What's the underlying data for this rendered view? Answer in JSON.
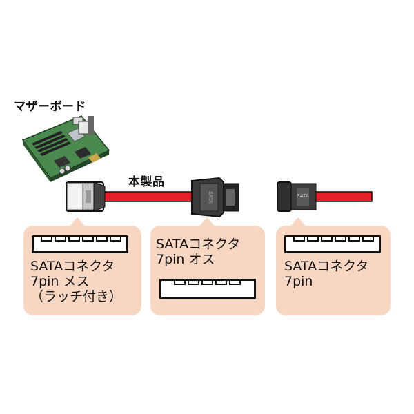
{
  "labels": {
    "motherboard": "マザーボード",
    "product": "本製品"
  },
  "panels": [
    {
      "id": "left",
      "title": "SATAコネクタ\n7pin メス\n（ラッチ付き）"
    },
    {
      "id": "middle",
      "title": "SATAコネクタ\n7pin オス"
    },
    {
      "id": "right",
      "title": "SATAコネクタ\n7pin"
    }
  ],
  "colors": {
    "cable": "#e5202b",
    "panel": "#f7d6c2",
    "board": "#3e7a43"
  },
  "icons": [
    "motherboard-icon",
    "sata-female-latch-connector-icon",
    "sata-male-connector-icon",
    "sata-connector-icon"
  ]
}
